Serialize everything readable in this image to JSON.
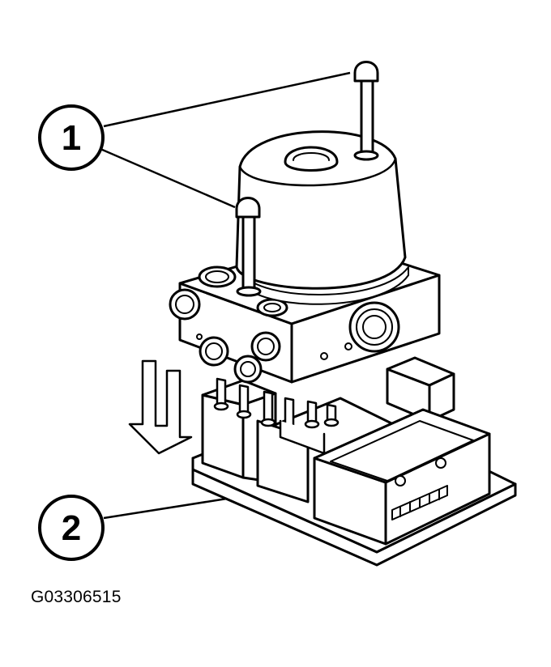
{
  "callouts": [
    {
      "number": "1"
    },
    {
      "number": "2"
    }
  ],
  "figure_id": "G03306515",
  "colors": {
    "line": "#000000",
    "background": "#ffffff"
  }
}
